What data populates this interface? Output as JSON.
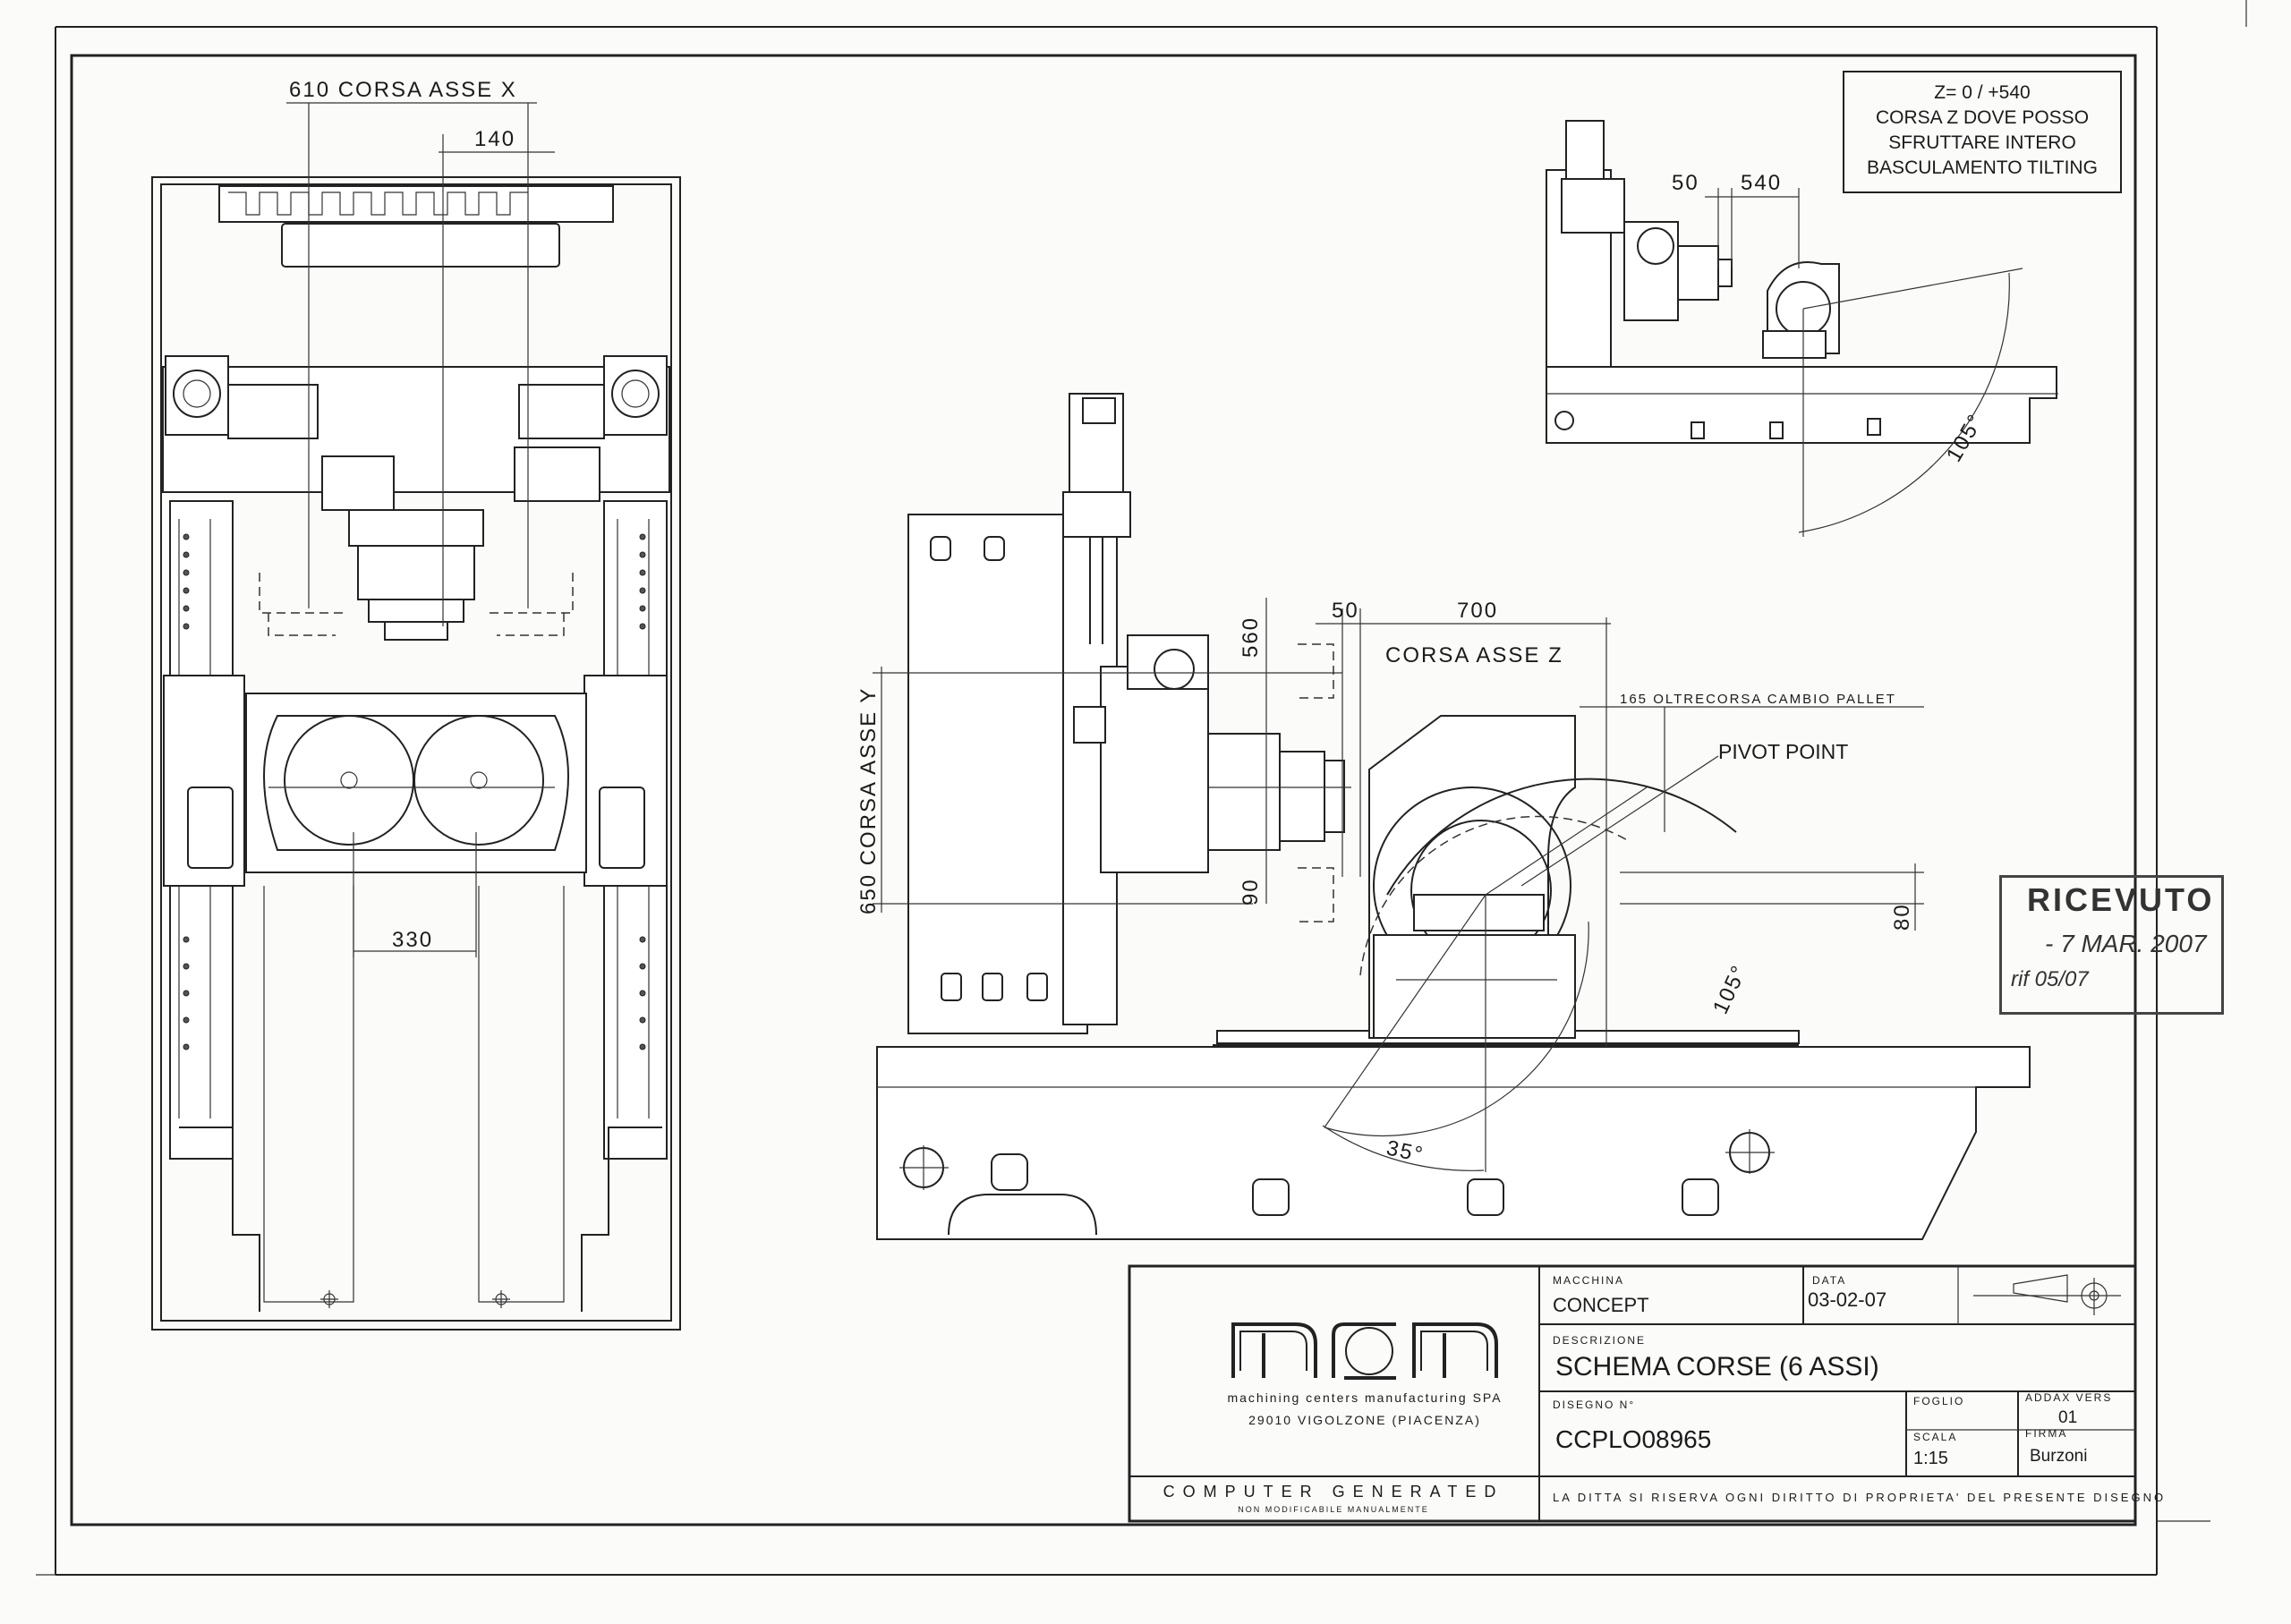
{
  "top_view": {
    "dim_x_travel": "610 CORSA ASSE X",
    "dim_140": "140",
    "dim_330": "330"
  },
  "side_view": {
    "dim_y_travel": "650 CORSA ASSE Y",
    "dim_50": "50",
    "dim_700": "700",
    "z_axis": "CORSA ASSE Z",
    "dim_560": "560",
    "dim_90": "90",
    "dim_80": "80",
    "overtravel": "165 OLTRECORSA CAMBIO PALLET",
    "pivot_point": "PIVOT POINT",
    "angle_105": "105°",
    "angle_35": "35°"
  },
  "detail_view": {
    "dim_50": "50",
    "dim_540": "540",
    "angle_105": "105°"
  },
  "note": {
    "line1": "Z= 0 / +540",
    "line2": "CORSA Z DOVE POSSO",
    "line3": "SFRUTTARE INTERO",
    "line4": "BASCULAMENTO TILTING"
  },
  "stamp": {
    "title": "RICEVUTO",
    "date": "- 7 MAR. 2007",
    "signature": "rif 05/07"
  },
  "title_block": {
    "logo": "mcm",
    "company_line1": "machining centers manufacturing SPA",
    "company_line2": "29010 VIGOLZONE (PIACENZA)",
    "computer_generated": "COMPUTER GENERATED",
    "non_modificabile": "NON MODIFICABILE MANUALMENTE",
    "macchina_label": "MACCHINA",
    "macchina_value": "CONCEPT",
    "data_label": "DATA",
    "data_value": "03-02-07",
    "descrizione_label": "DESCRIZIONE",
    "descrizione_value": "SCHEMA CORSE (6 ASSI)",
    "disegno_label": "DISEGNO N°",
    "disegno_value": "CCPLO08965",
    "foglio_label": "FOGLIO",
    "addax_label": "ADDAX VERS",
    "addax_value": "01",
    "scala_label": "SCALA",
    "scala_value": "1:15",
    "firma_label": "FIRMA",
    "firma_value": "Burzoni",
    "rights": "LA DITTA SI RISERVA OGNI DIRITTO DI PROPRIETA' DEL PRESENTE DISEGNO"
  }
}
